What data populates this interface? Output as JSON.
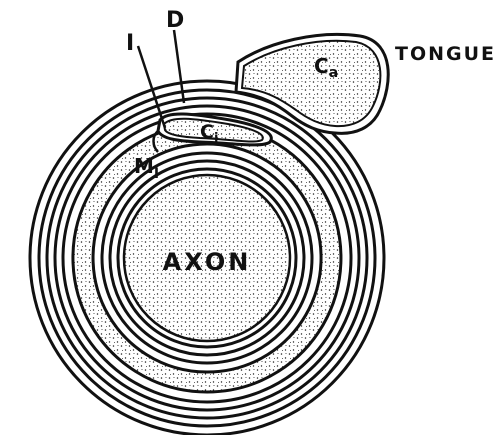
{
  "labels": {
    "i": "I",
    "d": "D",
    "tongue": "TONGUE",
    "ca_main": "C",
    "ca_sub": "a",
    "ci_main": "C",
    "ci_sub": "i",
    "mi_main": "M",
    "mi_sub": "I",
    "axon": "AXON"
  },
  "colors": {
    "ink": "#111111",
    "paper": "#ffffff"
  }
}
